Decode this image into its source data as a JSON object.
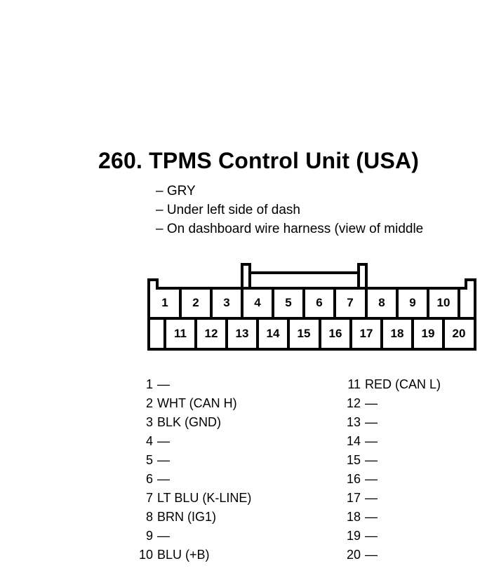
{
  "title": "260. TPMS Control Unit (USA)",
  "notes": [
    "– GRY",
    "– Under left side of dash",
    "– On dashboard wire harness (view of middle"
  ],
  "connector": {
    "top_row": [
      "1",
      "2",
      "3",
      "4",
      "5",
      "6",
      "7",
      "8",
      "9",
      "10"
    ],
    "bottom_row": [
      "11",
      "12",
      "13",
      "14",
      "15",
      "16",
      "17",
      "18",
      "19",
      "20"
    ]
  },
  "pins_left": [
    {
      "num": "1",
      "wire": "—"
    },
    {
      "num": "2",
      "wire": "WHT (CAN H)"
    },
    {
      "num": "3",
      "wire": "BLK (GND)"
    },
    {
      "num": "4",
      "wire": "—"
    },
    {
      "num": "5",
      "wire": "—"
    },
    {
      "num": "6",
      "wire": "—"
    },
    {
      "num": "7",
      "wire": "LT BLU (K-LINE)"
    },
    {
      "num": "8",
      "wire": "BRN (IG1)"
    },
    {
      "num": "9",
      "wire": "—"
    },
    {
      "num": "10",
      "wire": "BLU (+B)"
    }
  ],
  "pins_right": [
    {
      "num": "11",
      "wire": "RED (CAN L)"
    },
    {
      "num": "12",
      "wire": "—"
    },
    {
      "num": "13",
      "wire": "—"
    },
    {
      "num": "14",
      "wire": "—"
    },
    {
      "num": "15",
      "wire": "—"
    },
    {
      "num": "16",
      "wire": "—"
    },
    {
      "num": "17",
      "wire": "—"
    },
    {
      "num": "18",
      "wire": "—"
    },
    {
      "num": "19",
      "wire": "—"
    },
    {
      "num": "20",
      "wire": "—"
    }
  ]
}
